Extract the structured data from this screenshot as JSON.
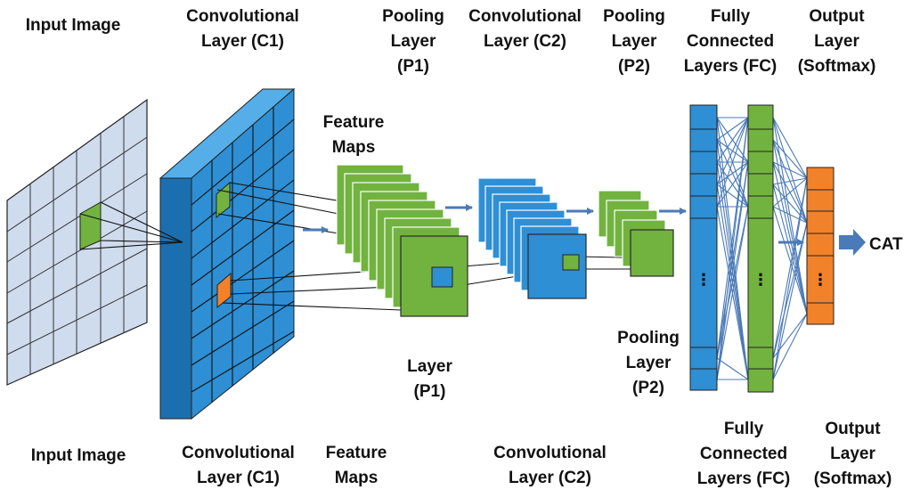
{
  "labels": {
    "top": {
      "input": [
        "Input Image"
      ],
      "c1": [
        "Convolutional",
        "Layer (C1)"
      ],
      "p1": [
        "Pooling",
        "Layer",
        "(P1)"
      ],
      "c2": [
        "Convolutional",
        "Layer (C2)"
      ],
      "p2": [
        "Pooling",
        "Layer",
        "(P2)"
      ],
      "fc": [
        "Fully",
        "Connected",
        "Layers (FC)"
      ],
      "out": [
        "Output",
        "Layer",
        "(Softmax)"
      ]
    },
    "middle": {
      "feature_maps": [
        "Feature",
        "Maps"
      ],
      "p1": [
        "Layer",
        "(P1)"
      ],
      "p2": [
        "Pooling",
        "Layer",
        "(P2)"
      ]
    },
    "bottom": {
      "input": [
        "Input Image"
      ],
      "c1": [
        "Convolutional",
        "Layer (C1)"
      ],
      "feature_maps": [
        "Feature",
        "Maps"
      ],
      "c2": [
        "Convolutional",
        "Layer (C2)"
      ],
      "fc": [
        "Fully",
        "Connected",
        "Layers (FC)"
      ],
      "out": [
        "Output",
        "Layer",
        "(Softmax)"
      ]
    },
    "result": "CAT",
    "ellipsis": "⋮"
  },
  "colors": {
    "input_grid": "#cfdcee",
    "conv_blue": "#2e8fd4",
    "conv_blue_dark": "#1c6fae",
    "pool_green": "#72b33f",
    "output_orange": "#f2822a",
    "arrow": "#4a7ab8"
  }
}
